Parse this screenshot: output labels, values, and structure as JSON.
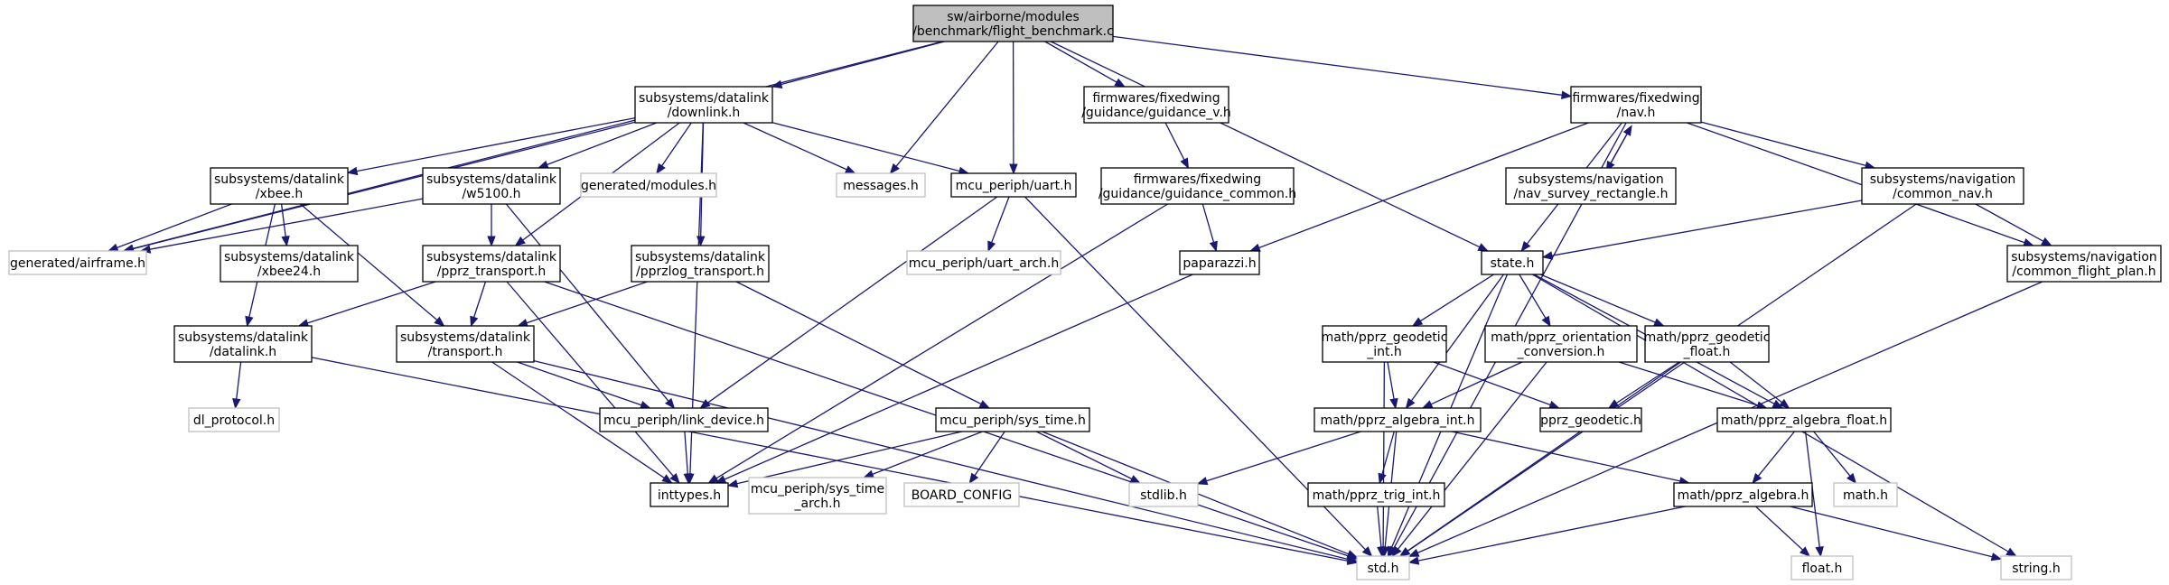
{
  "colors": {
    "edge": "#191970",
    "root_fill": "#bfbfbf",
    "node_border": "#000000",
    "external_border": "#bfbfbf"
  },
  "nodes": [
    {
      "id": "root",
      "kind": "root",
      "lines": [
        "sw/airborne/modules",
        "/benchmark/flight_benchmark.c"
      ]
    },
    {
      "id": "downlink",
      "kind": "normal",
      "lines": [
        "subsystems/datalink",
        "/downlink.h"
      ]
    },
    {
      "id": "guidance_v",
      "kind": "normal",
      "lines": [
        "firmwares/fixedwing",
        "/guidance/guidance_v.h"
      ]
    },
    {
      "id": "nav",
      "kind": "normal",
      "lines": [
        "firmwares/fixedwing",
        "/nav.h"
      ]
    },
    {
      "id": "xbee",
      "kind": "normal",
      "lines": [
        "subsystems/datalink",
        "/xbee.h"
      ]
    },
    {
      "id": "w5100",
      "kind": "normal",
      "lines": [
        "subsystems/datalink",
        "/w5100.h"
      ]
    },
    {
      "id": "gen_modules",
      "kind": "external",
      "lines": [
        "generated/modules.h"
      ]
    },
    {
      "id": "messages",
      "kind": "external",
      "lines": [
        "messages.h"
      ]
    },
    {
      "id": "uart",
      "kind": "normal",
      "lines": [
        "mcu_periph/uart.h"
      ]
    },
    {
      "id": "guidance_common",
      "kind": "normal",
      "lines": [
        "firmwares/fixedwing",
        "/guidance/guidance_common.h"
      ]
    },
    {
      "id": "nav_survey",
      "kind": "normal",
      "lines": [
        "subsystems/navigation",
        "/nav_survey_rectangle.h"
      ]
    },
    {
      "id": "common_nav",
      "kind": "normal",
      "lines": [
        "subsystems/navigation",
        "/common_nav.h"
      ]
    },
    {
      "id": "gen_airframe",
      "kind": "external",
      "lines": [
        "generated/airframe.h"
      ]
    },
    {
      "id": "xbee24",
      "kind": "normal",
      "lines": [
        "subsystems/datalink",
        "/xbee24.h"
      ]
    },
    {
      "id": "pprz_transport",
      "kind": "normal",
      "lines": [
        "subsystems/datalink",
        "/pprz_transport.h"
      ]
    },
    {
      "id": "pprzlog_transport",
      "kind": "normal",
      "lines": [
        "subsystems/datalink",
        "/pprzlog_transport.h"
      ]
    },
    {
      "id": "uart_arch",
      "kind": "external",
      "lines": [
        "mcu_periph/uart_arch.h"
      ]
    },
    {
      "id": "paparazzi",
      "kind": "normal",
      "lines": [
        "paparazzi.h"
      ]
    },
    {
      "id": "state",
      "kind": "normal",
      "lines": [
        "state.h"
      ]
    },
    {
      "id": "common_flight_plan",
      "kind": "normal",
      "lines": [
        "subsystems/navigation",
        "/common_flight_plan.h"
      ]
    },
    {
      "id": "datalink",
      "kind": "normal",
      "lines": [
        "subsystems/datalink",
        "/datalink.h"
      ]
    },
    {
      "id": "transport",
      "kind": "normal",
      "lines": [
        "subsystems/datalink",
        "/transport.h"
      ]
    },
    {
      "id": "geodetic_int",
      "kind": "normal",
      "lines": [
        "math/pprz_geodetic",
        "_int.h"
      ]
    },
    {
      "id": "orientation_conv",
      "kind": "normal",
      "lines": [
        "math/pprz_orientation",
        "_conversion.h"
      ]
    },
    {
      "id": "geodetic_float",
      "kind": "normal",
      "lines": [
        "math/pprz_geodetic",
        "_float.h"
      ]
    },
    {
      "id": "dl_protocol",
      "kind": "external",
      "lines": [
        "dl_protocol.h"
      ]
    },
    {
      "id": "link_device",
      "kind": "normal",
      "lines": [
        "mcu_periph/link_device.h"
      ]
    },
    {
      "id": "sys_time",
      "kind": "normal",
      "lines": [
        "mcu_periph/sys_time.h"
      ]
    },
    {
      "id": "algebra_int",
      "kind": "normal",
      "lines": [
        "math/pprz_algebra_int.h"
      ]
    },
    {
      "id": "pprz_geodetic",
      "kind": "normal",
      "lines": [
        "pprz_geodetic.h"
      ]
    },
    {
      "id": "algebra_float",
      "kind": "normal",
      "lines": [
        "math/pprz_algebra_float.h"
      ]
    },
    {
      "id": "inttypes",
      "kind": "normal",
      "lines": [
        "inttypes.h"
      ]
    },
    {
      "id": "sys_time_arch",
      "kind": "external",
      "lines": [
        "mcu_periph/sys_time",
        "_arch.h"
      ]
    },
    {
      "id": "board_config",
      "kind": "external",
      "lines": [
        "BOARD_CONFIG"
      ]
    },
    {
      "id": "stdlib",
      "kind": "external",
      "lines": [
        "stdlib.h"
      ]
    },
    {
      "id": "trig_int",
      "kind": "normal",
      "lines": [
        "math/pprz_trig_int.h"
      ]
    },
    {
      "id": "pprz_algebra",
      "kind": "normal",
      "lines": [
        "math/pprz_algebra.h"
      ]
    },
    {
      "id": "math",
      "kind": "external",
      "lines": [
        "math.h"
      ]
    },
    {
      "id": "std",
      "kind": "external",
      "lines": [
        "std.h"
      ]
    },
    {
      "id": "float",
      "kind": "external",
      "lines": [
        "float.h"
      ]
    },
    {
      "id": "string",
      "kind": "external",
      "lines": [
        "string.h"
      ]
    }
  ],
  "edges": [
    [
      "root",
      "gen_airframe"
    ],
    [
      "root",
      "downlink"
    ],
    [
      "root",
      "messages"
    ],
    [
      "root",
      "uart"
    ],
    [
      "root",
      "guidance_v"
    ],
    [
      "root",
      "nav"
    ],
    [
      "root",
      "state"
    ],
    [
      "downlink",
      "gen_airframe"
    ],
    [
      "downlink",
      "xbee"
    ],
    [
      "downlink",
      "w5100"
    ],
    [
      "downlink",
      "pprz_transport"
    ],
    [
      "downlink",
      "gen_modules"
    ],
    [
      "downlink",
      "messages"
    ],
    [
      "downlink",
      "uart"
    ],
    [
      "downlink",
      "pprzlog_transport"
    ],
    [
      "downlink",
      "inttypes"
    ],
    [
      "xbee",
      "gen_airframe"
    ],
    [
      "xbee",
      "xbee24"
    ],
    [
      "xbee",
      "datalink"
    ],
    [
      "xbee",
      "transport"
    ],
    [
      "w5100",
      "gen_airframe"
    ],
    [
      "w5100",
      "pprz_transport"
    ],
    [
      "w5100",
      "link_device"
    ],
    [
      "pprz_transport",
      "datalink"
    ],
    [
      "pprz_transport",
      "transport"
    ],
    [
      "pprz_transport",
      "inttypes"
    ],
    [
      "pprz_transport",
      "std"
    ],
    [
      "pprzlog_transport",
      "transport"
    ],
    [
      "pprzlog_transport",
      "sys_time"
    ],
    [
      "uart",
      "uart_arch"
    ],
    [
      "uart",
      "link_device"
    ],
    [
      "uart",
      "std"
    ],
    [
      "guidance_v",
      "guidance_common"
    ],
    [
      "guidance_common",
      "paparazzi"
    ],
    [
      "guidance_common",
      "inttypes"
    ],
    [
      "nav",
      "nav_survey"
    ],
    [
      "nav_survey",
      "nav"
    ],
    [
      "nav",
      "common_nav"
    ],
    [
      "nav",
      "common_flight_plan"
    ],
    [
      "nav",
      "paparazzi"
    ],
    [
      "nav",
      "state"
    ],
    [
      "nav",
      "std"
    ],
    [
      "common_nav",
      "state"
    ],
    [
      "common_nav",
      "common_flight_plan"
    ],
    [
      "common_nav",
      "std"
    ],
    [
      "common_flight_plan",
      "std"
    ],
    [
      "paparazzi",
      "inttypes"
    ],
    [
      "datalink",
      "dl_protocol"
    ],
    [
      "datalink",
      "std"
    ],
    [
      "transport",
      "link_device"
    ],
    [
      "transport",
      "inttypes"
    ],
    [
      "transport",
      "std"
    ],
    [
      "link_device",
      "inttypes"
    ],
    [
      "sys_time",
      "inttypes"
    ],
    [
      "sys_time",
      "sys_time_arch"
    ],
    [
      "sys_time",
      "board_config"
    ],
    [
      "sys_time",
      "stdlib"
    ],
    [
      "sys_time",
      "std"
    ],
    [
      "state",
      "std"
    ],
    [
      "state",
      "geodetic_int"
    ],
    [
      "state",
      "orientation_conv"
    ],
    [
      "state",
      "geodetic_float"
    ],
    [
      "state",
      "algebra_int"
    ],
    [
      "state",
      "algebra_float"
    ],
    [
      "state",
      "string"
    ],
    [
      "geodetic_int",
      "algebra_int"
    ],
    [
      "geodetic_int",
      "pprz_geodetic"
    ],
    [
      "geodetic_int",
      "std"
    ],
    [
      "orientation_conv",
      "algebra_int"
    ],
    [
      "orientation_conv",
      "algebra_float"
    ],
    [
      "orientation_conv",
      "std"
    ],
    [
      "geodetic_float",
      "pprz_geodetic"
    ],
    [
      "geodetic_float",
      "algebra_float"
    ],
    [
      "geodetic_float",
      "std"
    ],
    [
      "algebra_int",
      "stdlib"
    ],
    [
      "algebra_int",
      "trig_int"
    ],
    [
      "algebra_int",
      "pprz_algebra"
    ],
    [
      "algebra_int",
      "std"
    ],
    [
      "trig_int",
      "std"
    ],
    [
      "algebra_float",
      "pprz_algebra"
    ],
    [
      "algebra_float",
      "math"
    ],
    [
      "algebra_float",
      "float"
    ],
    [
      "pprz_algebra",
      "std"
    ],
    [
      "pprz_algebra",
      "float"
    ],
    [
      "pprz_algebra",
      "string"
    ]
  ]
}
